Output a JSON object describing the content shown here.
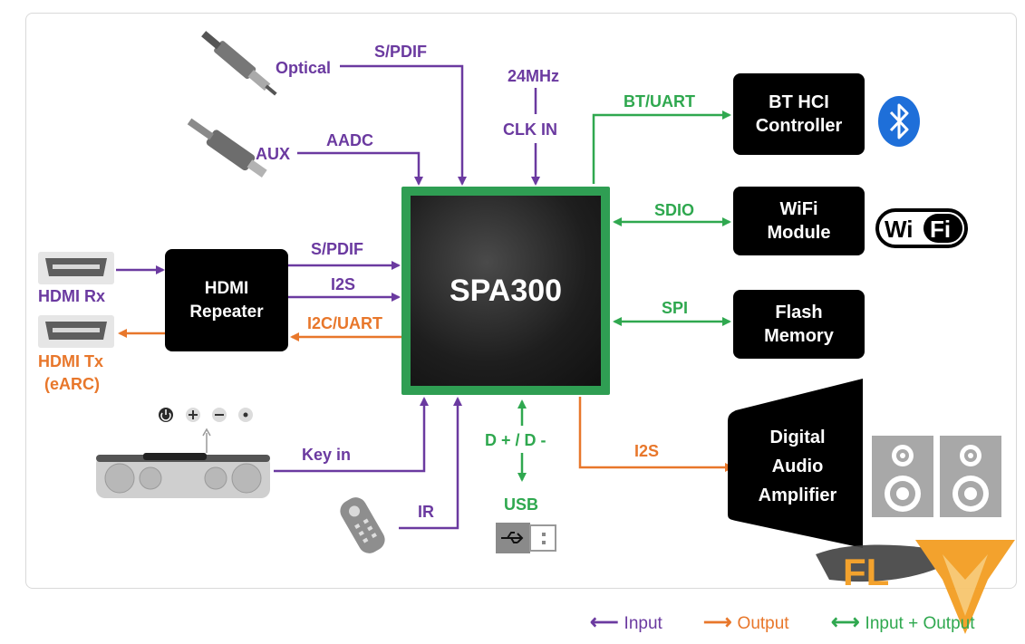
{
  "chip": {
    "name": "SPA300"
  },
  "blocks": {
    "hdmi_repeater": [
      "HDMI",
      "Repeater"
    ],
    "bt": [
      "BT HCI",
      "Controller"
    ],
    "wifi": [
      "WiFi",
      "Module"
    ],
    "flash": [
      "Flash",
      "Memory"
    ],
    "amp": [
      "Digital",
      "Audio",
      "Amplifier"
    ]
  },
  "labels": {
    "optical": "Optical",
    "spdif_top": "S/PDIF",
    "clk_freq": "24MHz",
    "clk_in": "CLK IN",
    "aux": "AUX",
    "aadc": "AADC",
    "bt_uart": "BT/UART",
    "sdio": "SDIO",
    "spi": "SPI",
    "spdif_hdmi": "S/PDIF",
    "i2s_hdmi": "I2S",
    "i2c_uart": "I2C/UART",
    "hdmi_rx": "HDMI Rx",
    "hdmi_tx": "HDMI Tx",
    "earc": "(eARC)",
    "key_in": "Key in",
    "ir": "IR",
    "usb_dp": "D + / D -",
    "usb": "USB",
    "i2s_amp": "I2S"
  },
  "logos": {
    "wifi_wi": "Wi",
    "wifi_fi": "Fi",
    "watermark": "FL"
  },
  "legend": {
    "input": "Input",
    "output": "Output",
    "bidir": "Input + Output"
  },
  "colors": {
    "input": "#6b3aa0",
    "output": "#e8772b",
    "bidir": "#2fa84f",
    "chip_border": "#2f9e53",
    "bluetooth": "#1e6fd9"
  }
}
